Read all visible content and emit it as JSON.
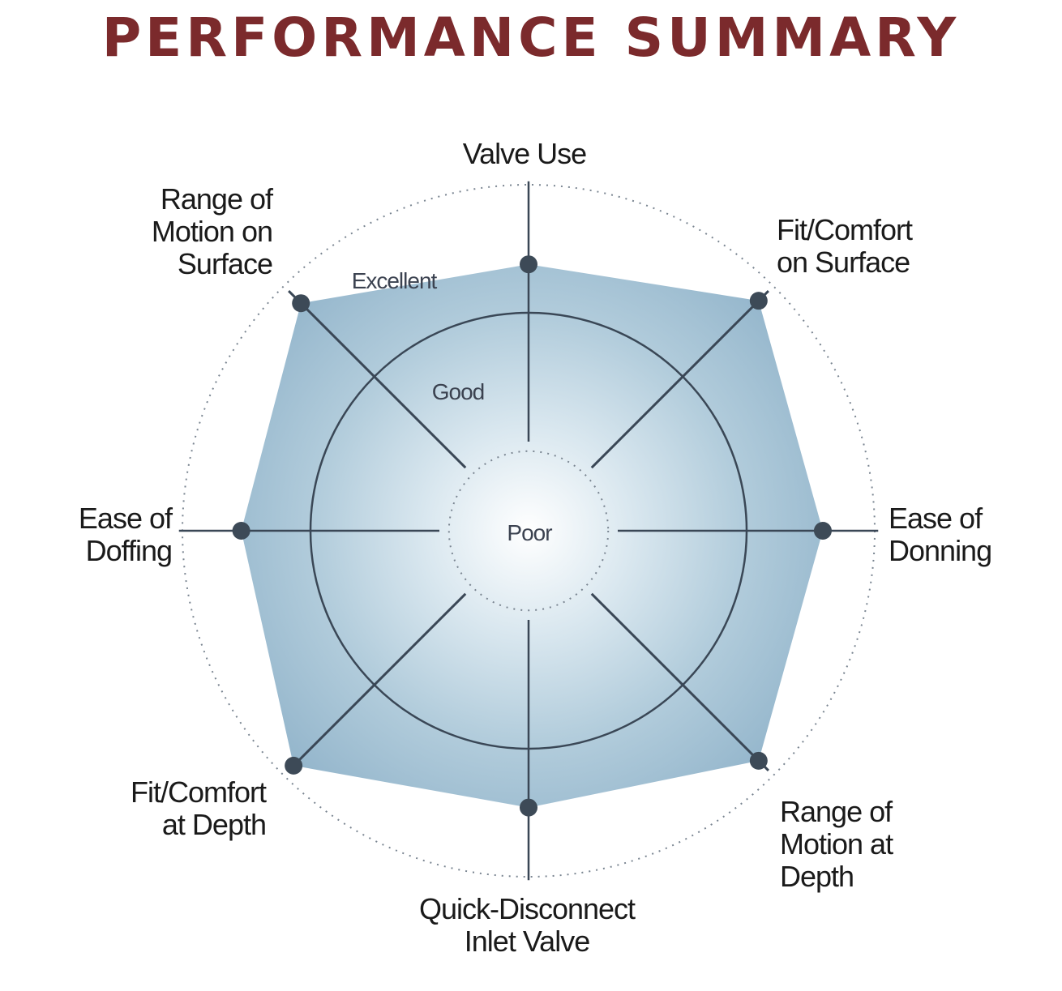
{
  "chart_data": {
    "type": "radar",
    "title": "PERFORMANCE SUMMARY",
    "axes": [
      {
        "name": "Valve Use",
        "lines": [
          "Valve Use"
        ],
        "value": 77
      },
      {
        "name": "Fit/Comfort on Surface",
        "lines": [
          "Fit/Comfort",
          "on Surface"
        ],
        "value": 94
      },
      {
        "name": "Ease of Donning",
        "lines": [
          "Ease of",
          "Donning"
        ],
        "value": 85
      },
      {
        "name": "Range of Motion at Depth",
        "lines": [
          "Range of",
          "Motion at",
          "Depth"
        ],
        "value": 94
      },
      {
        "name": "Quick-Disconnect Inlet Valve",
        "lines": [
          "Quick-Disconnect",
          "Inlet Valve"
        ],
        "value": 80
      },
      {
        "name": "Fit/Comfort at Depth",
        "lines": [
          "Fit/Comfort",
          "at Depth"
        ],
        "value": 96
      },
      {
        "name": "Ease of Doffing",
        "lines": [
          "Ease of",
          "Doffing"
        ],
        "value": 83
      },
      {
        "name": "Range of Motion on Surface",
        "lines": [
          "Range of",
          "Motion on",
          "Surface"
        ],
        "value": 93
      }
    ],
    "rings": [
      {
        "label": "Poor",
        "value": 23,
        "style": "dotted"
      },
      {
        "label": "Good",
        "value": 63,
        "style": "solid"
      },
      {
        "label": "Excellent",
        "value": 100,
        "style": "dotted"
      }
    ],
    "range": [
      0,
      100
    ],
    "colors": {
      "title": "#7b2a2c",
      "fill": "#8fb2c9",
      "axis": "#3a4756",
      "marker": "#3d4a57"
    }
  }
}
